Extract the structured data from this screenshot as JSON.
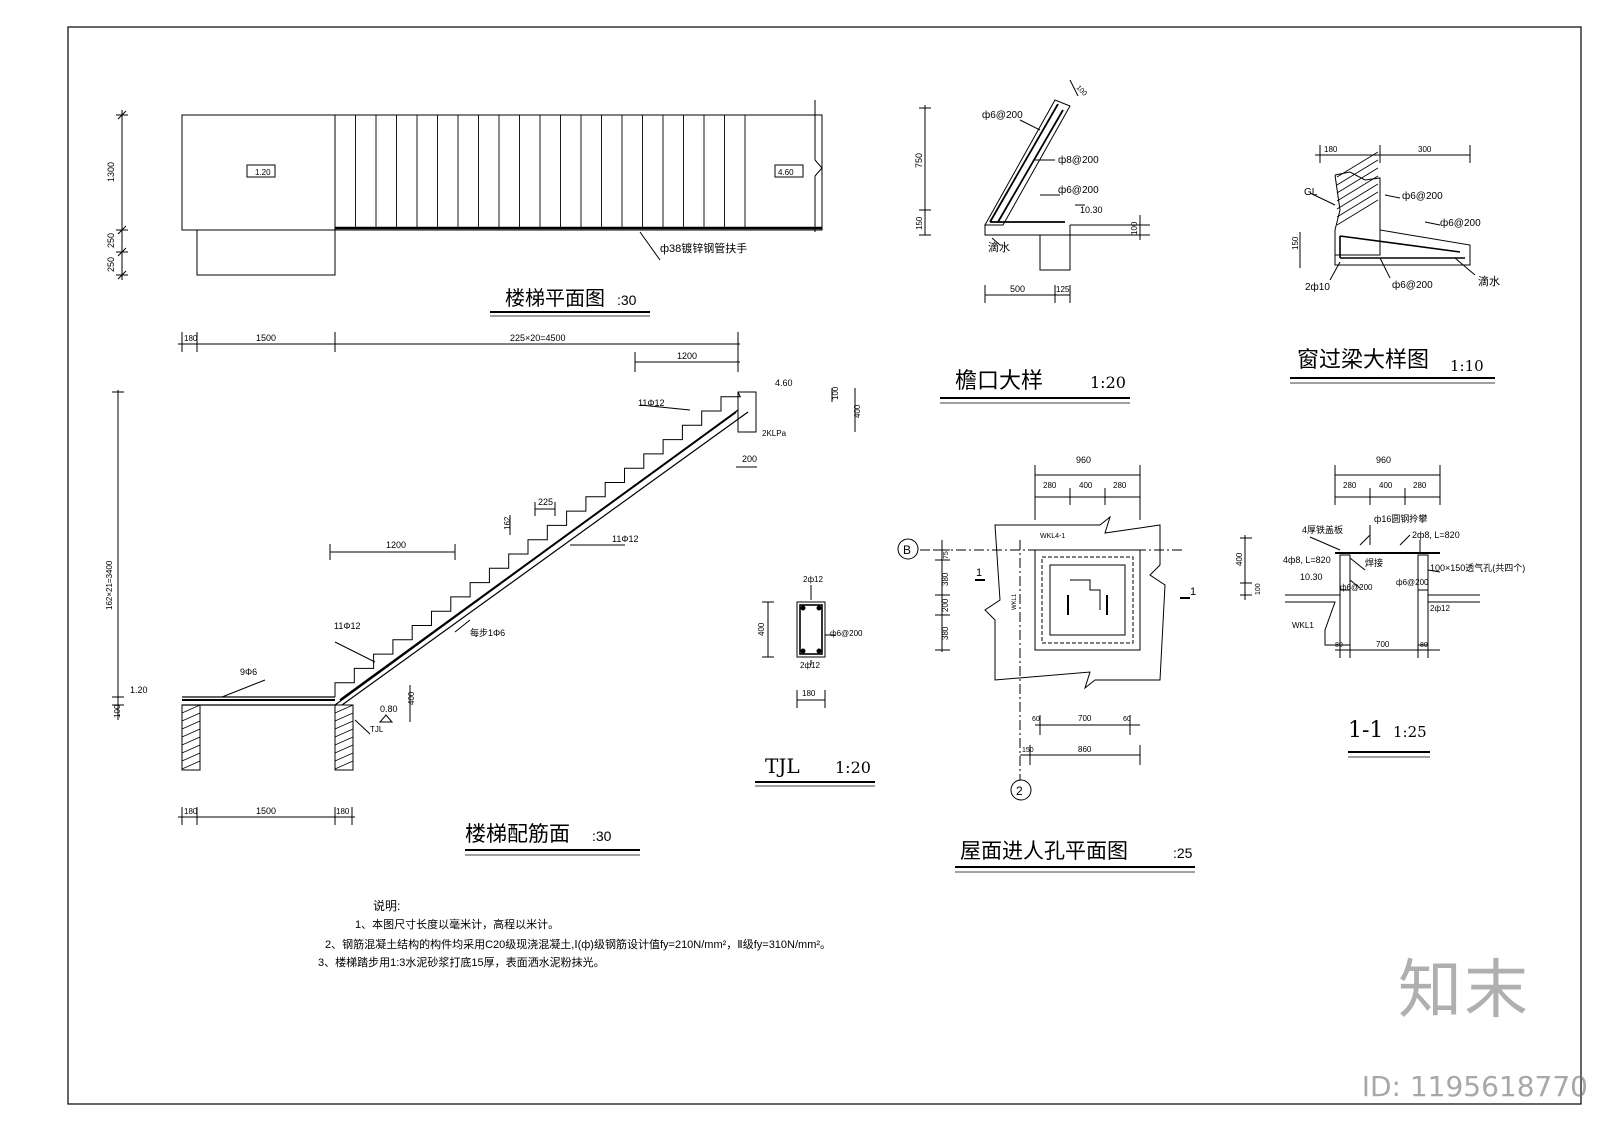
{
  "titles": {
    "stair_plan": "楼梯平面图",
    "stair_plan_scale": ":30",
    "stair_rebar": "楼梯配筋面",
    "stair_rebar_scale": ":30",
    "eave": "檐口大样",
    "eave_scale": "1:20",
    "window_beam": "窗过梁大样图",
    "window_beam_scale": "1:10",
    "tjl": "TJL",
    "tjl_scale": "1:20",
    "hatch_plan": "屋面进人孔平面图",
    "hatch_plan_scale": ":25",
    "section": "1-1",
    "section_scale": "1:25"
  },
  "plan": {
    "level_left": "1.20",
    "level_right": "4.60",
    "railing_note": "ф38镀锌钢管扶手",
    "dims_vertical": [
      "1300",
      "250",
      "250"
    ],
    "dims_bottom": [
      "180",
      "1500",
      "225×20=4500"
    ]
  },
  "rebar": {
    "dim_top": "1200",
    "dim_mid": "1200",
    "dim_tread": "225",
    "dim_riser": "162",
    "dim_height": "162×21=3400",
    "dim_right_a": "100",
    "dim_right_b": "400",
    "dim_beam_w": "200",
    "dim_beam_h": "400",
    "level_top": "4.60",
    "level_start": "1.20",
    "level_bottom": "0.80",
    "bar_top": "11Φ12",
    "bar_mid": "11Φ12",
    "bar_low": "11Φ12",
    "bar_land": "9Φ6",
    "bar_step": "每步1Φ6",
    "beam_tag": "2KLPa",
    "tjl_tag": "TJL",
    "dim_left_v": "100",
    "dims_bottom": [
      "180",
      "1500",
      "180"
    ]
  },
  "tjl": {
    "top_bar": "2ф12",
    "stirrup": "ф6@200",
    "bottom_bar": "2ф12",
    "height": "400",
    "width": "180"
  },
  "eave": {
    "bar1": "ф6@200",
    "bar2": "ф8@200",
    "bar3": "ф6@200",
    "drip": "滴水",
    "level": "10.30",
    "dims": [
      "750",
      "150",
      "100",
      "500",
      "125"
    ],
    "top_dim": "100"
  },
  "window": {
    "dims_top": [
      "180",
      "300"
    ],
    "gl": "GL",
    "bar1": "ф6@200",
    "bar2": "ф6@200",
    "bar3": "ф6@200",
    "bar4": "2ф10",
    "drip": "滴水",
    "dim_v": "150"
  },
  "hatch": {
    "dims_top": [
      "960",
      "280",
      "400",
      "280"
    ],
    "dims_left": [
      "75",
      "380",
      "200",
      "380"
    ],
    "dims_bottom": [
      "60",
      "700",
      "60",
      "150",
      "860"
    ],
    "beam_tag": "WKL4-1",
    "beam_tag_side": "WKL1",
    "axis_b": "B",
    "axis_2": "2",
    "cut_left": "1",
    "cut_right": "1"
  },
  "section": {
    "dims_top": [
      "960",
      "280",
      "400",
      "280"
    ],
    "dims_bottom": [
      "80",
      "700",
      "80"
    ],
    "dims_left": [
      "400",
      "100"
    ],
    "plate": "4厚铁盖板",
    "handle": "ф16圆钢拎攀",
    "bar_a": "2ф8, L=820",
    "bar_b": "4ф8, L=820",
    "weld": "焊接",
    "vent": "100×150透气孔(共四个)",
    "level": "10.30",
    "stir_a": "ф6@200",
    "stir_b": "ф6@200",
    "bar_c": "2ф12",
    "beam": "WKL1"
  },
  "notes": {
    "heading": "说明:",
    "line1": "1、本图尺寸长度以毫米计，高程以米计。",
    "line2": "2、钢筋混凝土结构的构件均采用C20级现浇混凝土,Ⅰ(ф)级钢筋设计值fy=210N/mm²，Ⅱ级fy=310N/mm²。",
    "line3": "3、楼梯踏步用1:3水泥砂浆打底15厚，表面洒水泥粉抹光。"
  },
  "watermark": {
    "logo": "知末",
    "id": "ID: 1195618770"
  }
}
